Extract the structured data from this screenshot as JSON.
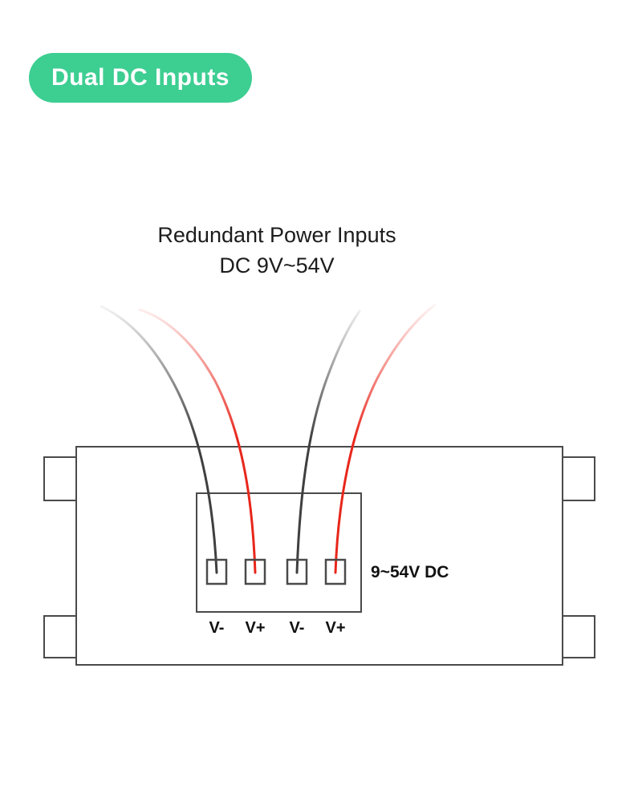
{
  "badge": {
    "label": "Dual DC Inputs",
    "bg_color": "#3DCE92",
    "text_color": "#FFFFFF"
  },
  "title": {
    "line1": "Redundant Power Inputs",
    "line2": "DC 9V~54V"
  },
  "diagram": {
    "voltage_label": "9~54V DC",
    "terminal_labels": [
      "V-",
      "V+",
      "V-",
      "V+"
    ],
    "wire_colors": {
      "negative": "#3F3F3F",
      "positive": "#E8261B"
    },
    "outline_color": "#4A4A4A"
  }
}
